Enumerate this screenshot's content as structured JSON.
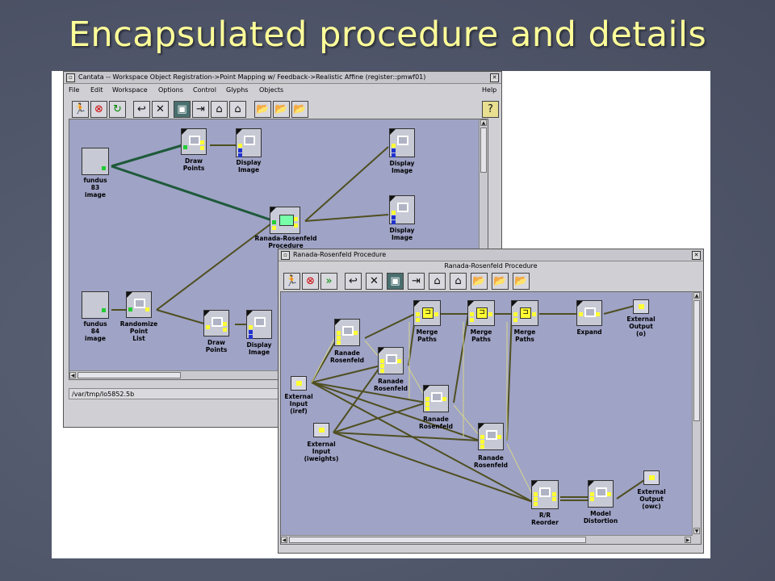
{
  "slide": {
    "title": "Encapsulated procedure and details"
  },
  "main_window": {
    "title": "Cantata -- Workspace Object Registration->Point Mapping w/ Feedback->Realistic Affine (register::pmwf01)",
    "menus": [
      "File",
      "Edit",
      "Workspace",
      "Options",
      "Control",
      "Glyphs",
      "Objects"
    ],
    "help": "Help",
    "status_path": "/var/tmp/lo5852.5b",
    "glyphs": {
      "fundus83": "fundus\n83\nimage",
      "fundus84": "fundus\n84\nimage",
      "draw_points_top": "Draw\nPoints",
      "display_image_top": "Display\nImage",
      "display_image_r1": "Display\nImage",
      "display_image_r2": "Display\nImage",
      "procedure": "Ranada-Rosenfeld\nProcedure",
      "randomize": "Randomize\nPoint\nList",
      "draw_points_bottom": "Draw\nPoints",
      "display_image_bottom": "Display\nImage"
    }
  },
  "sub_window": {
    "title": "Ranada-Rosenfeld Procedure",
    "subtitle": "Ranada-Rosenfeld Procedure",
    "glyphs": {
      "rr1": "Ranade\nRosenfeld",
      "rr2": "Ranade\nRosenfeld",
      "rr3": "Ranade\nRosenfeld",
      "rr4": "Ranade\nRosenfeld",
      "merge1": "Merge\nPaths",
      "merge2": "Merge\nPaths",
      "merge3": "Merge\nPaths",
      "expand": "Expand",
      "ext_out_o": "External\nOutput\n(o)",
      "ext_in_iref": "External\nInput\n(iref)",
      "ext_in_iweights": "External\nInput\n(iweights)",
      "rr_reorder": "R/R\nReorder",
      "model_distortion": "Model\nDistortion",
      "ext_out_owc": "External\nOutput\n(owc)"
    }
  },
  "toolbar_icons": [
    "run-icon",
    "stop-icon",
    "step-icon",
    "undo-icon",
    "delete-icon",
    "glyph-icon",
    "export-icon",
    "trash-icon",
    "trash-full-icon",
    "open-folder-icon",
    "open-folder-icon",
    "save-folder-icon"
  ],
  "colors": {
    "title": "#ffff99",
    "canvas": "#9fa3c6",
    "port_yellow": "#ffff33",
    "port_green": "#22cc33",
    "port_blue": "#2233cc",
    "link_green": "#1e5a3a",
    "link_yellow": "#4a4a1a"
  }
}
